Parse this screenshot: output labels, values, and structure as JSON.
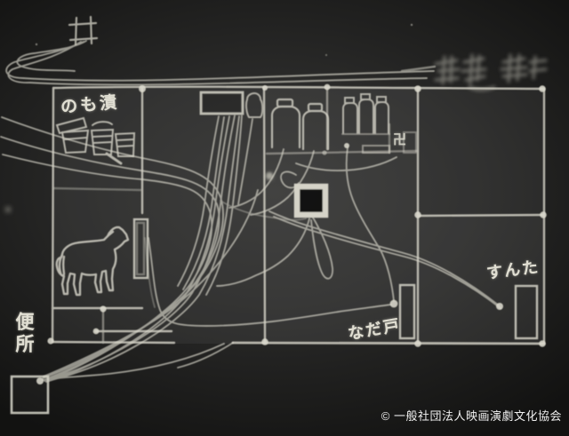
{
  "colors": {
    "chalk": "#d8d6ca",
    "background": "#1c1c1b",
    "overlay_text": "#f0f0f0"
  },
  "labels": {
    "pickles": "のも漬",
    "manji": "卍",
    "cupboard": "なだ戸",
    "chest": "すんた",
    "toilet": "便所"
  },
  "watermark": {
    "copyright": "© 一般社団法人映画演劇文化協会"
  },
  "drawn_objects": [
    "well-square",
    "pickle-barrels",
    "low-table",
    "kitchen-jars",
    "shelf-jars",
    "hearth",
    "horse",
    "manger",
    "toilet-box",
    "cupboard-box",
    "chest-box",
    "string-bundles",
    "erased-text-smudge"
  ]
}
